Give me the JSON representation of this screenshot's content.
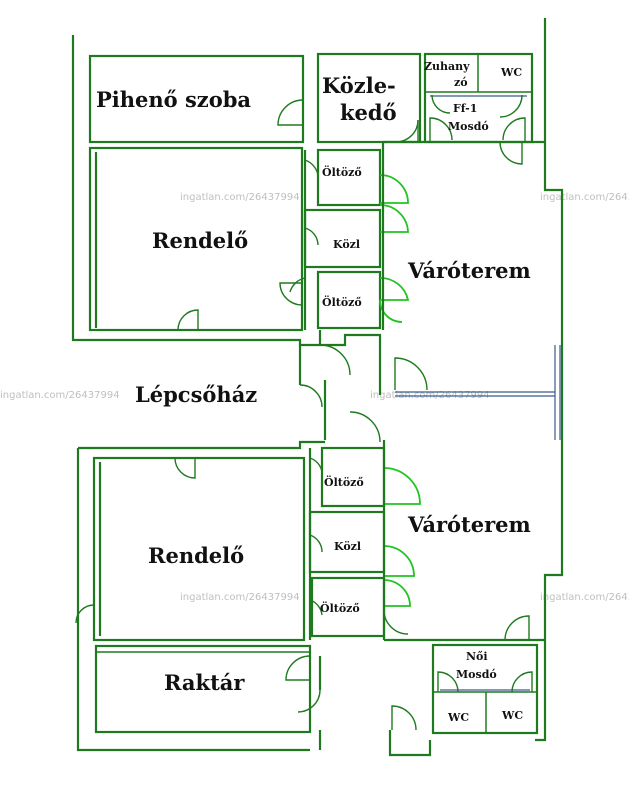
{
  "rooms": {
    "piheno_szoba": "Pihenő szoba",
    "kozlekedo_line1": "Közle-",
    "kozlekedo_line2": "kedő",
    "zuhanyzo_line1": "Zuhany",
    "zuhanyzo_line2": "zó",
    "wc_top": "WC",
    "ff_mosdo_line1": "Ff-1",
    "ff_mosdo_line2": "Mosdó",
    "rendelo_top": "Rendelő",
    "oltozo_1": "Öltöző",
    "kozl_1": "Közl",
    "oltozo_2": "Öltöző",
    "varoterem_top": "Váróterem",
    "lepcsohaz": "Lépcsőház",
    "oltozo_3": "Öltöző",
    "kozl_2": "Közl",
    "oltozo_4": "Öltöző",
    "varoterem_bottom": "Váróterem",
    "rendelo_bottom": "Rendelő",
    "raktar": "Raktár",
    "noi_mosdo_line1": "Női",
    "noi_mosdo_line2": "Mosdó",
    "wc_bottom_left": "WC",
    "wc_bottom_right": "WC"
  },
  "watermark": "ingatlan.com/26437994",
  "colors": {
    "wall": "#1f7a1f",
    "door_highlight": "#22c322",
    "window": "#3a5a8c",
    "label": "#111111",
    "watermark": "#bfbfbf"
  }
}
